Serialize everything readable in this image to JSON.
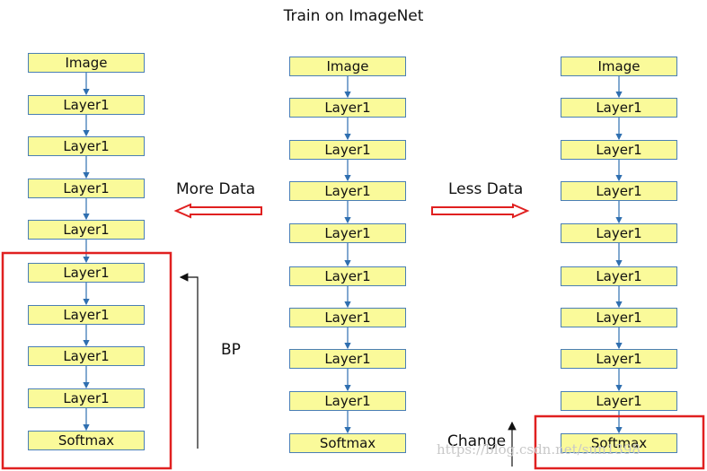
{
  "title": "Train on ImageNet",
  "columns": [
    {
      "id": "left",
      "nodes": [
        "Image",
        "Layer1",
        "Layer1",
        "Layer1",
        "Layer1",
        "Layer1",
        "Layer1",
        "Layer1",
        "Layer1",
        "Softmax"
      ],
      "highlighted_nodes": [
        "Layer1",
        "Layer1",
        "Layer1",
        "Layer1",
        "Softmax"
      ]
    },
    {
      "id": "center",
      "nodes": [
        "Image",
        "Layer1",
        "Layer1",
        "Layer1",
        "Layer1",
        "Layer1",
        "Layer1",
        "Layer1",
        "Layer1",
        "Softmax"
      ]
    },
    {
      "id": "right",
      "nodes": [
        "Image",
        "Layer1",
        "Layer1",
        "Layer1",
        "Layer1",
        "Layer1",
        "Layer1",
        "Layer1",
        "Layer1",
        "Softmax"
      ],
      "highlighted_nodes": [
        "Softmax"
      ]
    }
  ],
  "arrows": {
    "more_data": "More Data",
    "less_data": "Less Data",
    "bp": "BP",
    "change": "Change"
  },
  "watermark": "https://blog.csdn.net/sun1398",
  "colors": {
    "box_fill": "#fafa9a",
    "box_border": "#4a7fb5",
    "connector": "#2f6fb0",
    "highlight": "#e02020"
  }
}
